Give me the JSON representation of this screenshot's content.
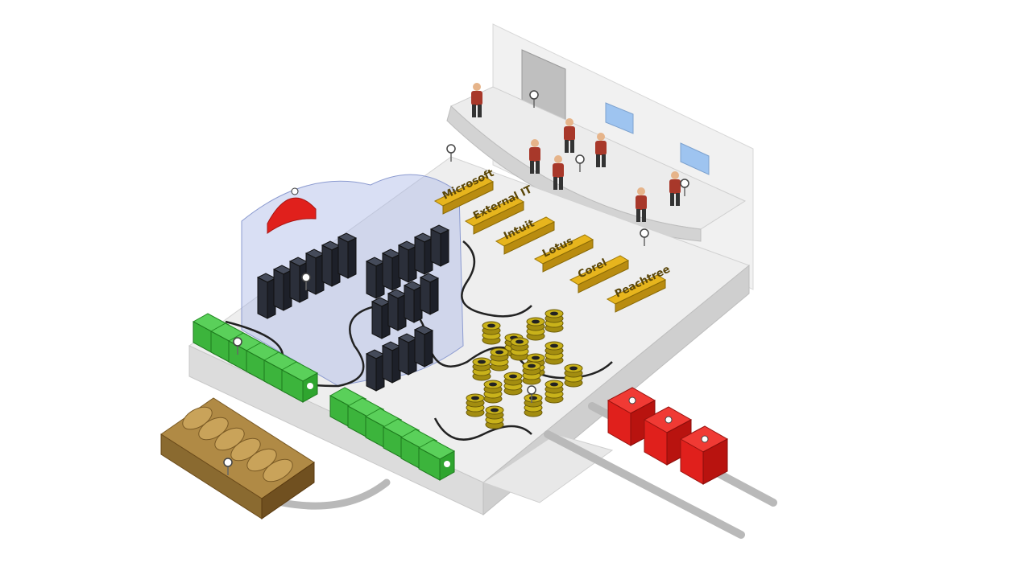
{
  "colors": {
    "background": "#ffffff",
    "platform_top": "#eeeeee",
    "platform_side": "#d6d6d6",
    "server": "#2b2f3a",
    "glass": "#aab8e6",
    "green_block": "#3cb43c",
    "red_block": "#e0201c",
    "gold_coil": "#c9b21a",
    "label_block": "#e7b51d",
    "person_shirt": "#a8382a",
    "screen": "#9ec4f0",
    "bronze": "#9a7a3a",
    "pipe": "#b9b9b9"
  },
  "labels": [
    {
      "text": "Microsoft"
    },
    {
      "text": "External IT"
    },
    {
      "text": "Intuit"
    },
    {
      "text": "Lotus"
    },
    {
      "text": "Corel"
    },
    {
      "text": "Peachtree"
    }
  ],
  "icons": {
    "red_dome": "shield-dome-icon",
    "server": "server-rack-icon",
    "coil": "coin-stack-icon",
    "green": "green-connector-icon",
    "red": "red-connector-icon",
    "person": "person-icon",
    "pin": "pin-marker-icon"
  }
}
